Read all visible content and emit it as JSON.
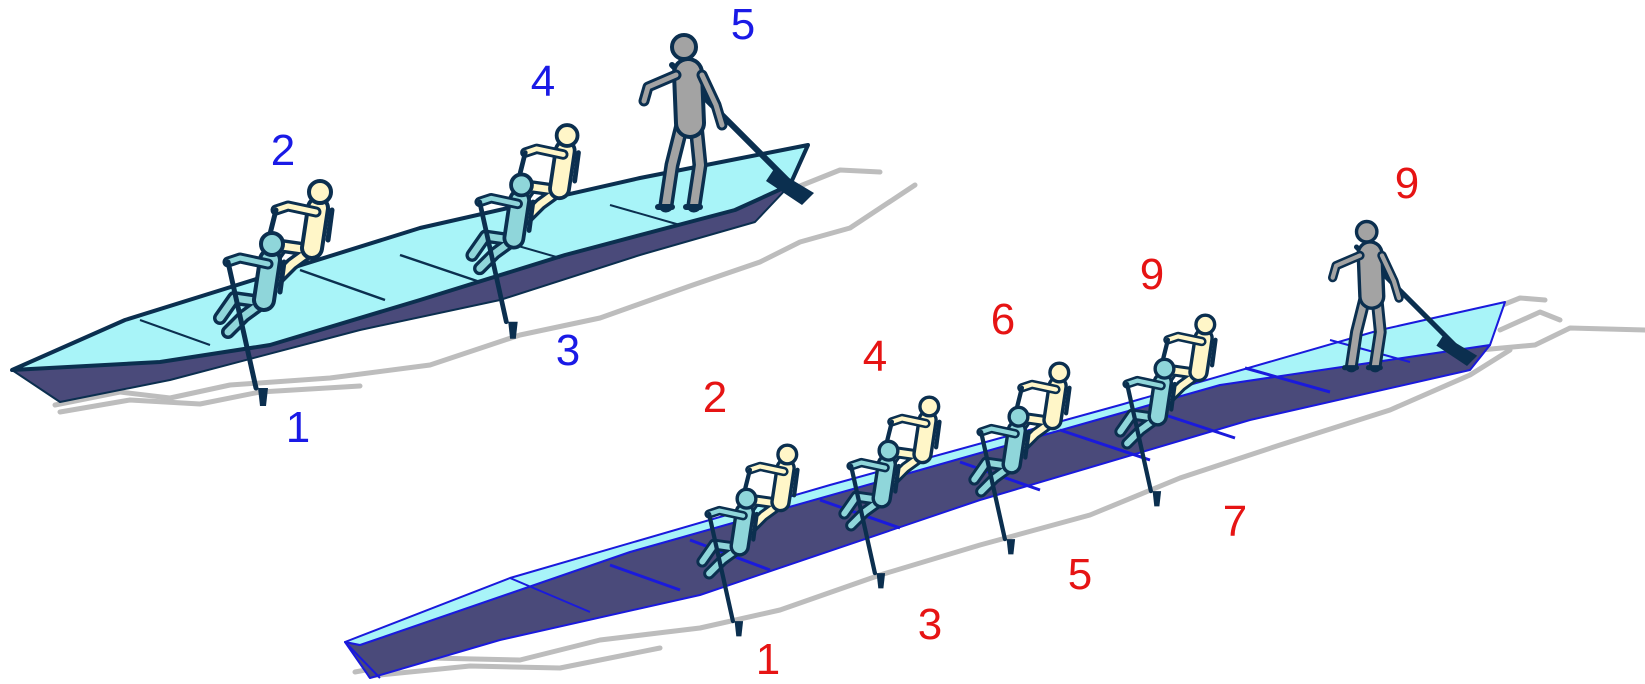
{
  "colors": {
    "boat_deck": "#a8f4f8",
    "boat_hull": "#4a4a7a",
    "boat_outline_small": "#0b2f4f",
    "boat_outline_large": "#1a1adc",
    "wake": "#bdbdbd",
    "rower_front": "#8fd6da",
    "rower_back": "#fff6c8",
    "steerer": "#a3a3a3",
    "figure_outline": "#0b2f4f",
    "small_boat_numbers": "#1a1ae6",
    "large_boat_numbers": "#e61414"
  },
  "small_boat": {
    "icon": "rowing-boat-2-pairs-with-steerer",
    "labels": [
      "1",
      "2",
      "3",
      "4",
      "5"
    ]
  },
  "large_boat": {
    "icon": "rowing-boat-4-pairs-with-steerer",
    "labels": [
      "1",
      "2",
      "3",
      "4",
      "5",
      "6",
      "7",
      "9",
      "9"
    ]
  }
}
